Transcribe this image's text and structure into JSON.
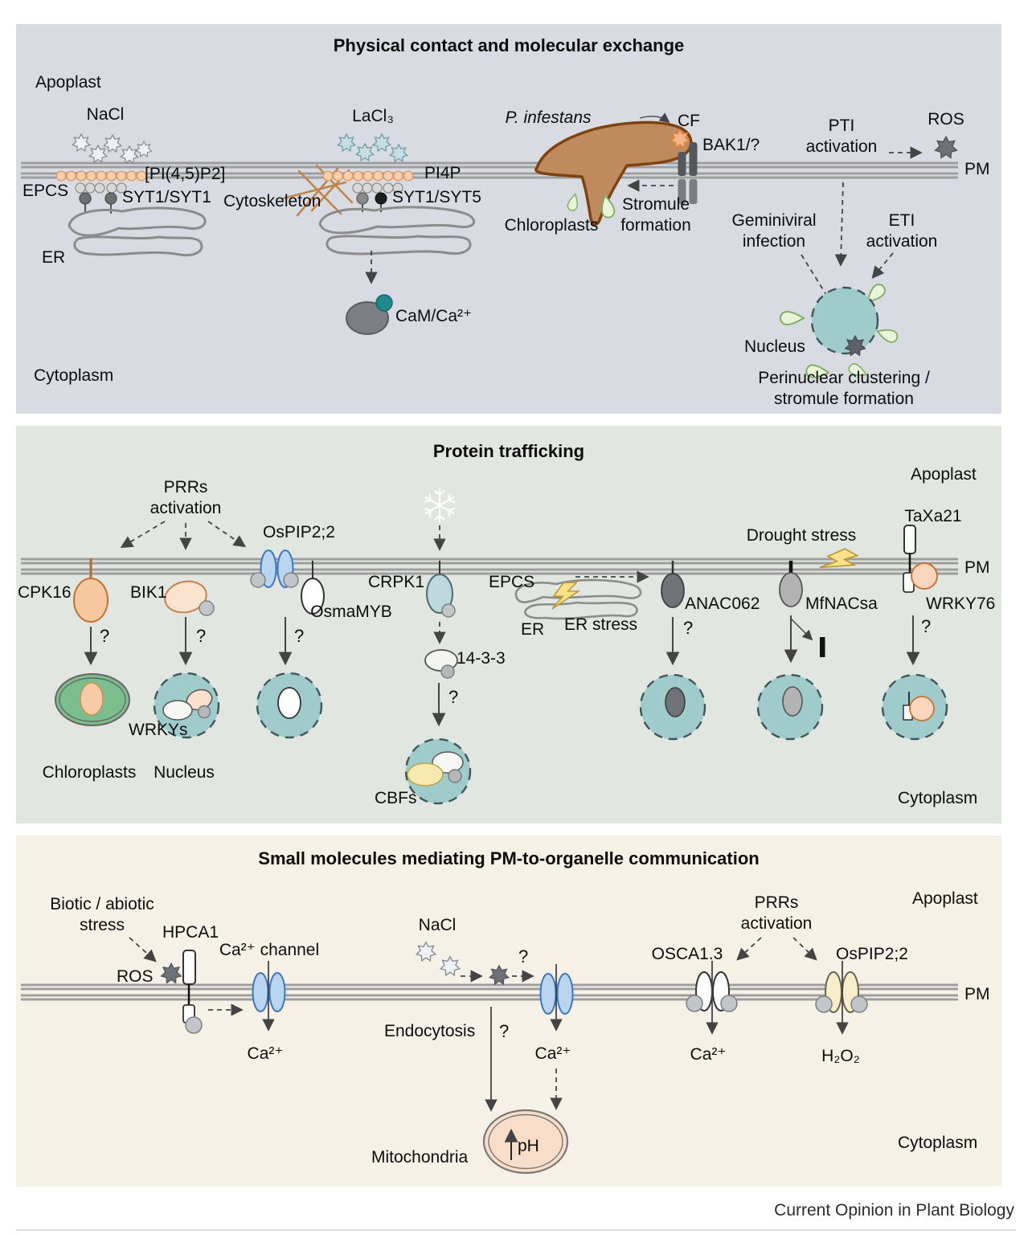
{
  "colors": {
    "panel1_bg": "#d8dbe1",
    "panel2_bg": "#e2e6e0",
    "panel3_bg": "#f6f1e7",
    "membrane_gray": "#9e9e9e",
    "nucleus_teal": "#9fccca",
    "chloroplast_green": "#7cbd8e",
    "stromule_green": "#e9f5da",
    "hypha_brown": "#bf8b5e",
    "channel_blue": "#b9d5f0",
    "lipid_peach": "#f9cfae",
    "lightning_yellow": "#f9e38a",
    "arrow_gray": "#444444"
  },
  "misc": {
    "q": "?"
  },
  "footer": {
    "credit": "Current Opinion in Plant Biology"
  },
  "panel1": {
    "title": "Physical contact and molecular exchange",
    "apoplast": "Apoplast",
    "cytoplasm": "Cytoplasm",
    "pm": "PM",
    "nacl": "NaCl",
    "pip45p2": "[PI(4,5)P2]",
    "epcs": "EPCS",
    "syt1_syt1": "SYT1/SYT1",
    "er": "ER",
    "cytoskeleton": "Cytoskeleton",
    "lacl3": "LaCl₃",
    "pi4p": "PI4P",
    "syt1_syt5": "SYT1/SYT5",
    "cam_ca": "CaM/Ca²⁺",
    "p_infestans": "P. infestans",
    "chloroplasts": "Chloroplasts",
    "stromule_formation": "Stromule formation",
    "cf": "CF",
    "bak1": "BAK1/?",
    "pti_activation": "PTI activation",
    "ros": "ROS",
    "geminiviral_infection": "Geminiviral infection",
    "eti_activation": "ETI activation",
    "nucleus": "Nucleus",
    "perinuclear": "Perinuclear clustering / stromule formation"
  },
  "panel2": {
    "title": "Protein trafficking",
    "apoplast": "Apoplast",
    "cytoplasm": "Cytoplasm",
    "pm": "PM",
    "prrs_activation": "PRRs activation",
    "ospip22": "OsPIP2;2",
    "cpk16": "CPK16",
    "bik1": "BIK1",
    "osmamyb": "OsmaMYB",
    "crpk1": "CRPK1",
    "fourteen33": "14-3-3",
    "cbfs": "CBFs",
    "wrkys": "WRKYs",
    "chloroplasts": "Chloroplasts",
    "nucleus": "Nucleus",
    "epcs": "EPCS",
    "er": "ER",
    "er_stress": "ER stress",
    "anac062": "ANAC062",
    "drought_stress": "Drought stress",
    "mfnacsa": "MfNACsa",
    "taxa21": "TaXa21",
    "wrky76": "WRKY76"
  },
  "panel3": {
    "title": "Small molecules mediating PM-to-organelle communication",
    "apoplast": "Apoplast",
    "cytoplasm": "Cytoplasm",
    "pm": "PM",
    "biotic_abiotic": "Biotic / abiotic stress",
    "hpca1": "HPCA1",
    "ros": "ROS",
    "ca_channel": "Ca²⁺ channel",
    "ca": "Ca²⁺",
    "nacl": "NaCl",
    "endocytosis": "Endocytosis",
    "mitochondria": "Mitochondria",
    "ph": "pH",
    "prrs_activation": "PRRs activation",
    "osca13": "OSCA1.3",
    "ospip22": "OsPIP2;2",
    "h2o2": "H₂O₂"
  }
}
